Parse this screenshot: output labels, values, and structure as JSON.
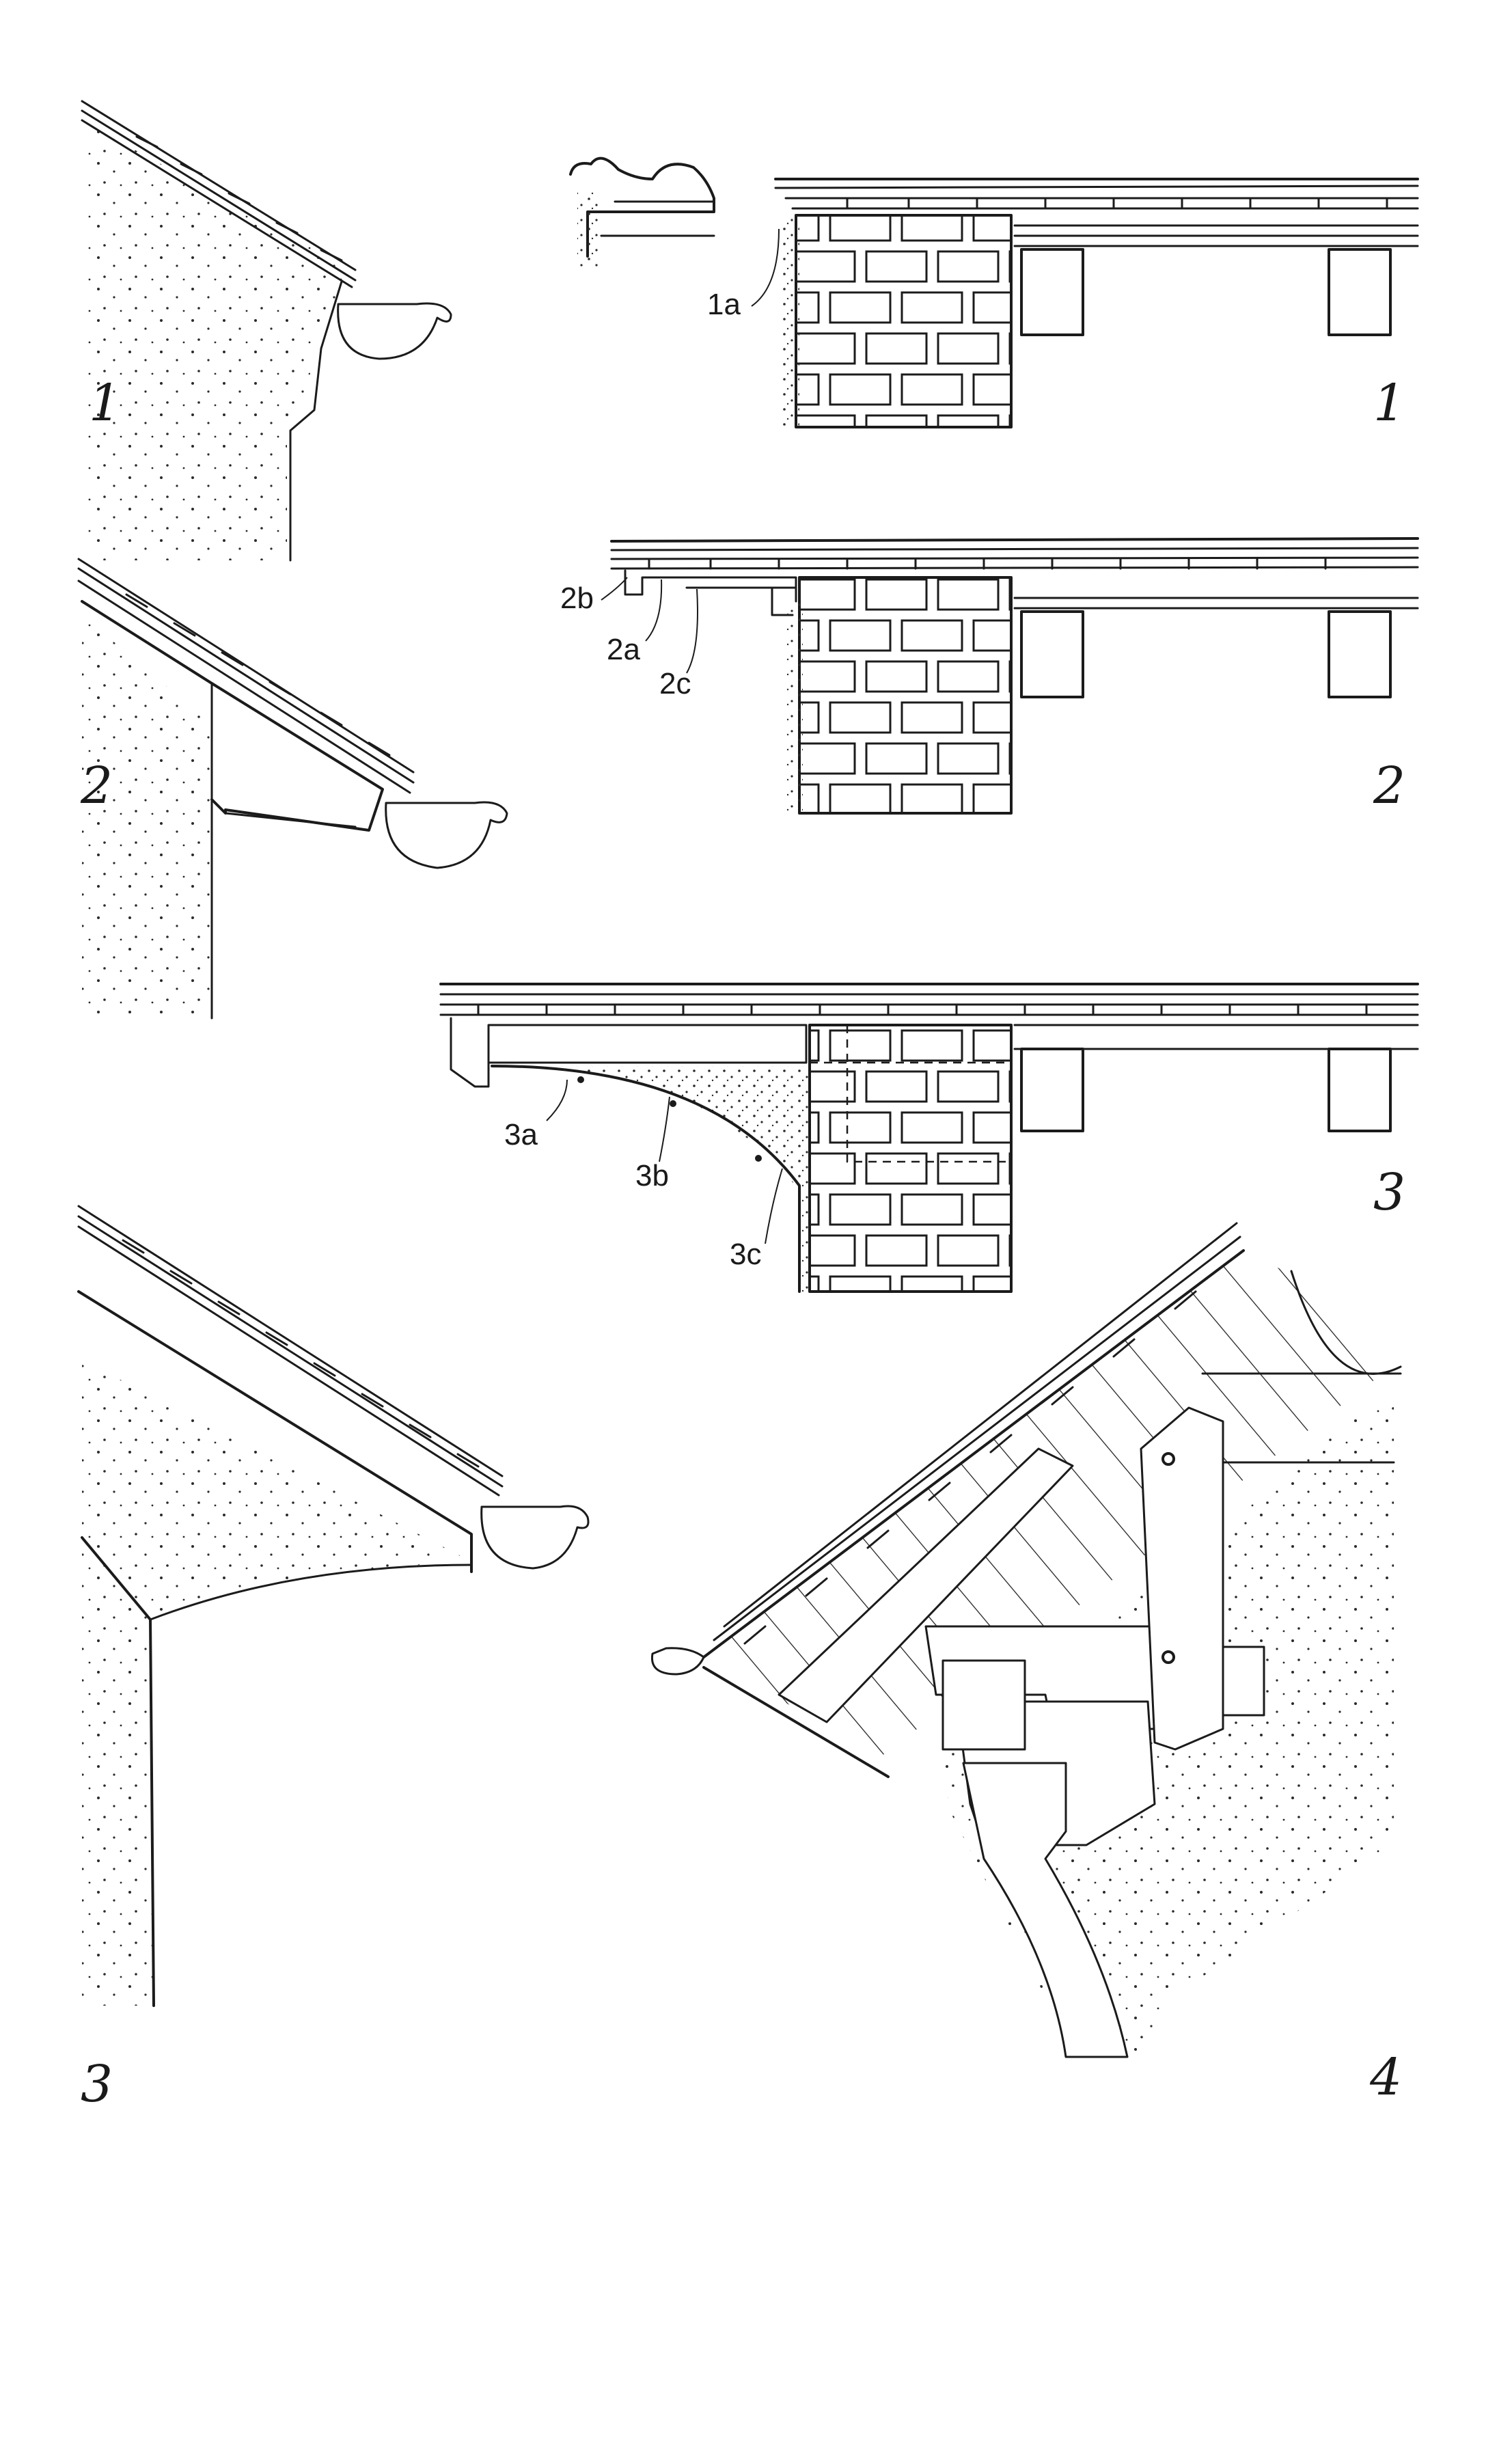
{
  "figure_numbers": {
    "left_1": "1",
    "right_1": "1",
    "left_2": "2",
    "right_2": "2",
    "left_3": "3",
    "right_3": "3",
    "view_4": "4"
  },
  "callouts": {
    "a1": "1a",
    "b2": "2b",
    "a2": "2a",
    "c2": "2c",
    "a3": "3a",
    "b3": "3b",
    "c3": "3c"
  }
}
